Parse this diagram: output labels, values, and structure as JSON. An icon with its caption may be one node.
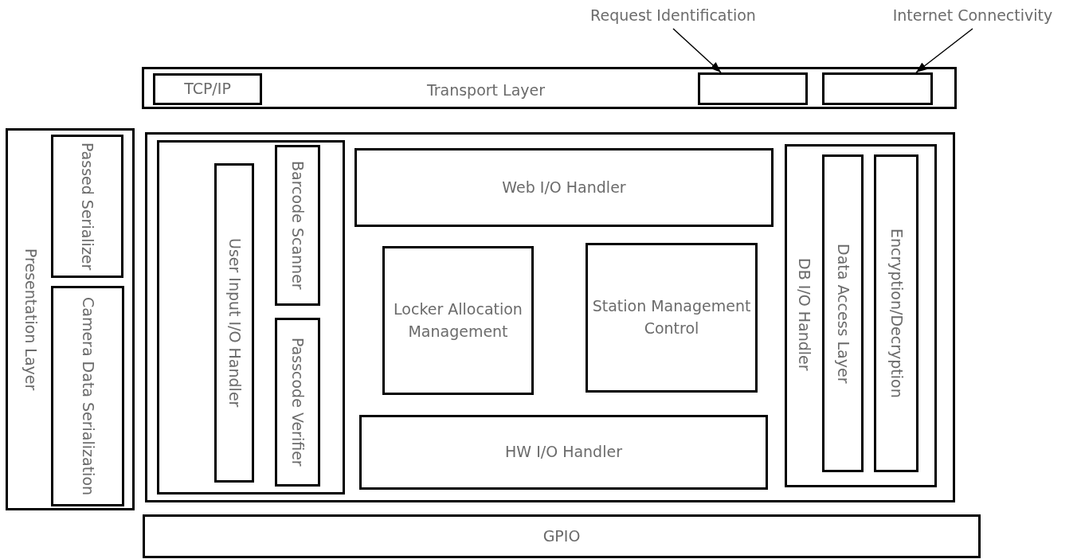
{
  "diagram": {
    "nodes": [
      {
        "text": [
          "Request Identification"
        ]
      },
      {
        "text": [
          "Internet Connectivity"
        ]
      },
      {
        "text": [
          "Transport Layer"
        ]
      },
      {
        "text": [
          "TCP/IP"
        ],
        "in": 2
      },
      {
        "text": [],
        "shape": "box",
        "in": 2
      },
      {
        "text": [],
        "shape": "box",
        "in": 2
      },
      {
        "text": [
          "Presentation Layer"
        ]
      },
      {
        "text": [
          "Passed Serializer"
        ],
        "in": 6
      },
      {
        "text": [
          "Camera Data Serialization"
        ],
        "in": 6
      },
      {
        "text": [],
        "shape": "box"
      },
      {
        "text": [],
        "shape": "box",
        "in": 9
      },
      {
        "text": [
          "User Input I/O Handler"
        ],
        "in": 10
      },
      {
        "text": [
          "Barcode Scanner"
        ],
        "in": 10
      },
      {
        "text": [
          "Passcode Verifier"
        ],
        "in": 10
      },
      {
        "text": [
          "Web I/O Handler"
        ],
        "in": 9
      },
      {
        "text": [
          "Locker Allocation Management"
        ],
        "in": 9
      },
      {
        "text": [
          "Station Management Control"
        ],
        "in": 9
      },
      {
        "text": [
          "HW I/O Handler"
        ],
        "in": 9
      },
      {
        "text": [
          "DB I/O Handler"
        ],
        "in": 9
      },
      {
        "text": [
          "Data Access Layer"
        ],
        "in": 18
      },
      {
        "text": [
          "Encryption/Decryption"
        ],
        "in": 18
      },
      {
        "text": [
          "GPIO"
        ]
      }
    ],
    "edges": [
      {
        "from": 0,
        "to": 4,
        "arrow": "to"
      },
      {
        "from": 1,
        "to": 5,
        "arrow": "to"
      }
    ]
  }
}
